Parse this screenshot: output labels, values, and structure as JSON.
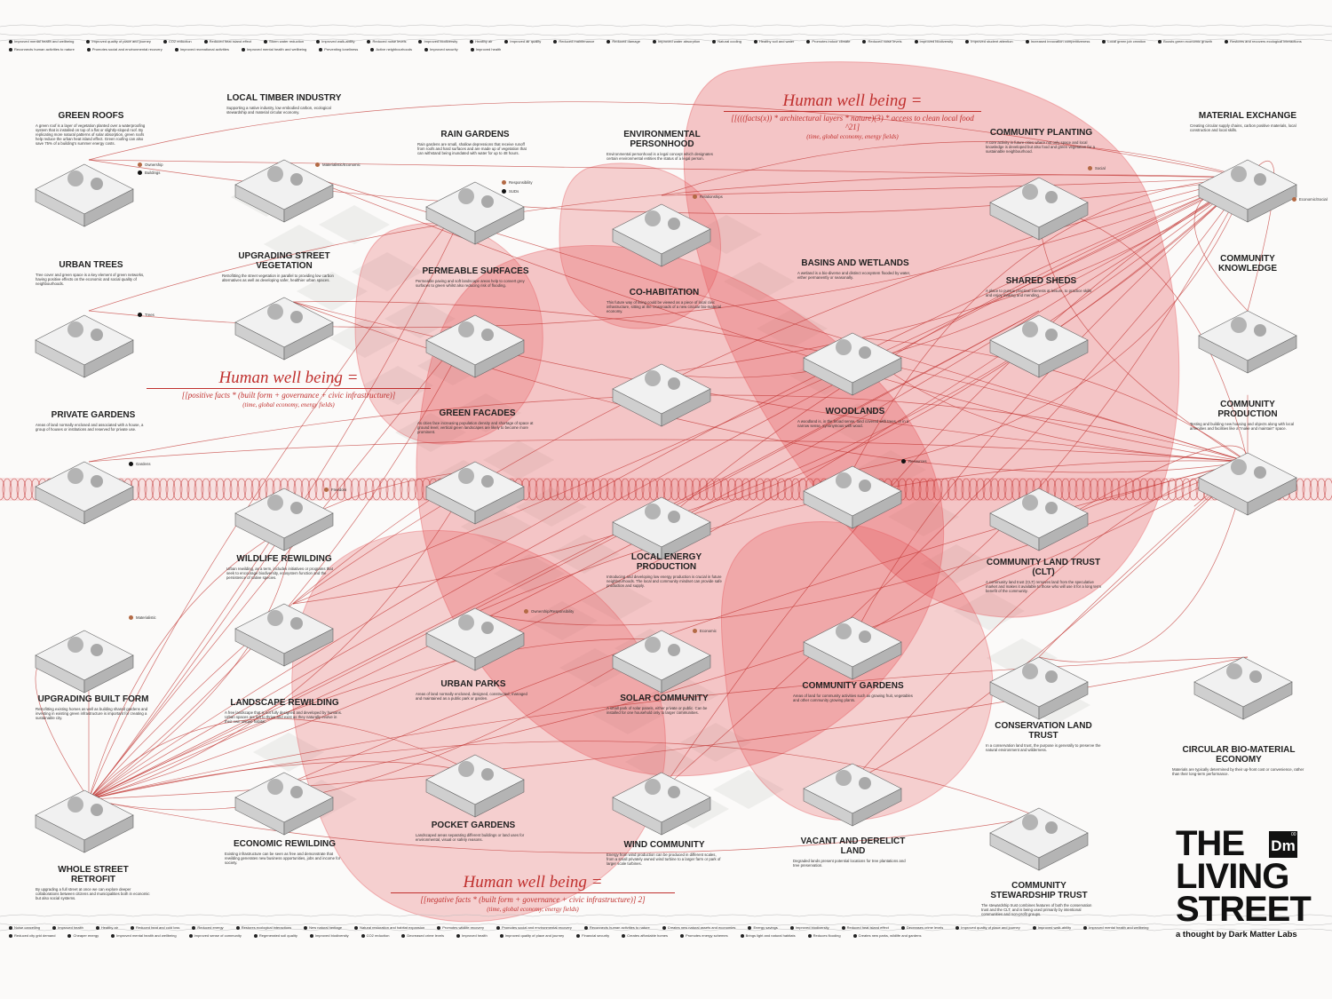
{
  "title": {
    "line1": "THE",
    "line2": "LIVING",
    "line3": "STREET",
    "logo": "Dm",
    "logo_sup": "00",
    "subtitle": "a thought by Dark Matter Labs"
  },
  "formulas": [
    {
      "big": "Human well being =",
      "mid": "[[(((facts(x)) * architectural layers * nature)(3) * access to clean local food ^21]",
      "sm": "(time, global economy, energy fields)"
    },
    {
      "big": "Human well being =",
      "mid": "[[positive facts * (built form + governance + civic infrastructure)]",
      "sm": "(time, global economy, energy fields)"
    },
    {
      "big": "Human well being =",
      "mid": "[[negative facts * (built form + governance + civic infrastructure)] 2]",
      "sm": "(time, global economy, energy fields)"
    }
  ],
  "nodes": [
    {
      "title": "GREEN ROOFS",
      "text": "A green roof is a layer of vegetation planted over a waterproofing system that is installed on top of a flat or slightly-sloped roof. By replicating more natural patterns of solar absorption, green roofs help reduce the urban heat island effect. Green roofing can also save 75% of a building's summer energy costs."
    },
    {
      "title": "LOCAL TIMBER INDUSTRY",
      "text": "Supporting a native industry, low embodied carbon, ecological stewardship and material circular economy."
    },
    {
      "title": "RAIN GARDENS",
      "text": "Rain gardens are small, shallow depressions that receive runoff from roofs and hard surfaces and are made up of vegetation that can withstand being inundated with water for up to 48 hours."
    },
    {
      "title": "ENVIRONMENTAL PERSONHOOD",
      "text": "Environmental personhood is a legal concept which designates certain environmental entities the status of a legal person."
    },
    {
      "title": "COMMUNITY PLANTING",
      "text": "A core activity in future cities where not only space and local knowledge is developed but also food and green vegetation for a sustainable neighbourhood."
    },
    {
      "title": "MATERIAL EXCHANGE",
      "text": "Creating circular supply chains, carbon positive materials, local construction and local skills."
    },
    {
      "title": "URBAN TREES",
      "text": "Tree cover and green space is a key element of green networks, having positive effects on the economic and social quality of neighbourhoods."
    },
    {
      "title": "UPGRADING STREET VEGETATION",
      "text": "Retrofitting the street vegetation in parallel to providing low carbon alternatives as well as developing safer, healthier urban spaces."
    },
    {
      "title": "PERMEABLE SURFACES",
      "text": "Permeable paving and soft landscape areas help to convert grey surfaces to green whilst also reducing risk of flooding."
    },
    {
      "title": "CO-HABITATION",
      "text": "This future way of living could be viewed as a piece of local civic infrastructure, sitting at the crossroads of a new circular bio-material economy."
    },
    {
      "title": "BASINS AND WETLANDS",
      "text": "A wetland is a bio-diverse and distinct ecosystem flooded by water, either permanently or seasonally."
    },
    {
      "title": "SHARED SHEDS",
      "text": "A place to pursue practical interests at leisure, to practice skills and enjoy making and mending."
    },
    {
      "title": "COMMUNITY KNOWLEDGE",
      "text": ""
    },
    {
      "title": "PRIVATE GARDENS",
      "text": "Areas of land normally enclosed and associated with a house, a group of houses or institutions and reserved for private use."
    },
    {
      "title": "GREEN FACADES",
      "text": "As cities face increasing population density and shortage of space at ground level, vertical green landscapes are likely to become more prominent."
    },
    {
      "title": "WOODLANDS",
      "text": "A woodland is, in the broad sense, land covered with trees, or in a narrow sense, synonymous with wood."
    },
    {
      "title": "COMMUNITY PRODUCTION",
      "text": "Testing and building new housing and objects along with local amenities and facilities like a \"make and maintain\" space."
    },
    {
      "title": "WILDLIFE REWILDING",
      "text": "Urban rewilding, as a term, includes initiatives or programs that seek to encourage biodiversity, ecosystem function and the persistence of native species."
    },
    {
      "title": "LOCAL ENERGY PRODUCTION",
      "text": "Introducing and developing low energy production is crucial in future neighbourhoods. The local and community mindset can provide safe production and supply."
    },
    {
      "title": "COMMUNITY LAND TRUST (CLT)",
      "text": "A community land trust (CLT) removes land from the speculative market and makes it available to those who will use it for a long term benefit of the community."
    },
    {
      "title": "UPGRADING BUILT FORM",
      "text": "Retrofitting existing homes as well as building shared gardens and investing in existing green infrastructure is important for creating a sustainable city."
    },
    {
      "title": "LANDSCAPE REWILDING",
      "text": "A free landscape that is not fully designed and developed by humans. Urban spaces are left to thrive and exist as they naturally evolve in their own unique habitat."
    },
    {
      "title": "URBAN PARKS",
      "text": "Areas of land normally enclosed, designed, constructed, managed and maintained as a public park or garden."
    },
    {
      "title": "SOLAR COMMUNITY",
      "text": "A small park of solar panels, either private or public. Can be installed for one household only to larger communities."
    },
    {
      "title": "COMMUNITY GARDENS",
      "text": "Areas of land for community activities such as growing fruit, vegetables and other community growing plants."
    },
    {
      "title": "CONSERVATION LAND TRUST",
      "text": "In a conservation land trust, the purpose is generally to preserve the natural environment and wilderness."
    },
    {
      "title": "CIRCULAR BIO-MATERIAL ECONOMY",
      "text": "Materials are typically determined by their up-front cost or convenience, rather than their long-term performance."
    },
    {
      "title": "WHOLE STREET RETROFIT",
      "text": "By upgrading a full street at once we can explore deeper collaborations between citizens and municipalities both in economic but also social systems."
    },
    {
      "title": "ECONOMIC REWILDING",
      "text": "Existing infrastructure can be seen as free and demonstrate that rewilding generates new business opportunities, jobs and income for society."
    },
    {
      "title": "POCKET GARDENS",
      "text": "Landscaped areas separating different buildings or land uses for environmental, visual or safety reasons."
    },
    {
      "title": "WIND COMMUNITY",
      "text": "Energy from wind production can be produced in different scales, from a small privately owned wind turbine to a larger farm or park of larger scale turbines."
    },
    {
      "title": "VACANT AND DERELICT LAND",
      "text": "Degraded lands present potential locations for tree plantations and tree preservation."
    },
    {
      "title": "COMMUNITY STEWARDSHIP TRUST",
      "text": "The stewardship trust combines features of both the conservation trust and the CLT, and is being used primarily by intentional communities and non-profit groups."
    }
  ],
  "tags": [
    "Ownership",
    "Buildings",
    "Materialistic/Economic",
    "Responsibility",
    "SUDs",
    "Relationships",
    "Social",
    "Economic/Social",
    "Trees",
    "Gardens",
    "Freedom",
    "Resources",
    "Materialistic",
    "Economic",
    "Ownership/Responsibility"
  ],
  "top_benefits": [
    "Improved mental health and wellbeing",
    "Improved quality of place and journey",
    "CO2 reduction",
    "Reduced heat island effect",
    "Storm water reduction",
    "Improved walk-ability",
    "Reduced noise levels",
    "Improved biodiversity",
    "Healthy air",
    "Improved air quality",
    "Reduced maintenance",
    "Reduced damage",
    "Improved water absorption",
    "Natural cooling",
    "Healthy soil and water",
    "Promotes indoor climate",
    "Reduced noise levels",
    "Improved biodiversity",
    "Improved student attention",
    "Increased innovation competitiveness",
    "Local green job creation",
    "Boosts green economic growth",
    "Restores and recovers ecological interactions",
    "Reconnects human activities to nature",
    "Promotes social and environmental recovery",
    "Improved recreational activities",
    "Improved mental health and wellbeing",
    "Preventing loneliness",
    "Active neighbourhoods",
    "Improved security",
    "Improved health"
  ],
  "bottom_benefits": [
    "Noise cancelling",
    "Improved health",
    "Healthy air",
    "Reduced heat and cold loss",
    "Reduced energy",
    "Restores ecological interactions",
    "New natural heritage",
    "Natural restoration and habitat expansion",
    "Promotes wildlife recovery",
    "Promotes social and environmental recovery",
    "Reconnects human activities to nature",
    "Creates new natural assets and economies",
    "Energy savings",
    "Improved biodiversity",
    "Reduced heat island effect",
    "Decreases crime levels",
    "Improved quality of place and journey",
    "Improved walk-ability",
    "Improved mental health and wellbeing",
    "Reduced city grid demand",
    "Cheaper energy",
    "Improved mental health and wellbeing",
    "Improved sense of community",
    "Regenerated soil quality",
    "Improved biodiversity",
    "CO2 reduction",
    "Decreased crime levels",
    "Improved health",
    "Improved quality of place and journey",
    "Financial security",
    "Creates affordable homes",
    "Promotes energy schemes",
    "Brings light and natural habitats",
    "Reduces flooding",
    "Creates new parks, wildlife and gardens"
  ],
  "colors": {
    "accent": "#c0302e",
    "blob": "#e5565a",
    "ink": "#222222",
    "bg": "#fbfaf9",
    "tag": "#b36a45"
  }
}
